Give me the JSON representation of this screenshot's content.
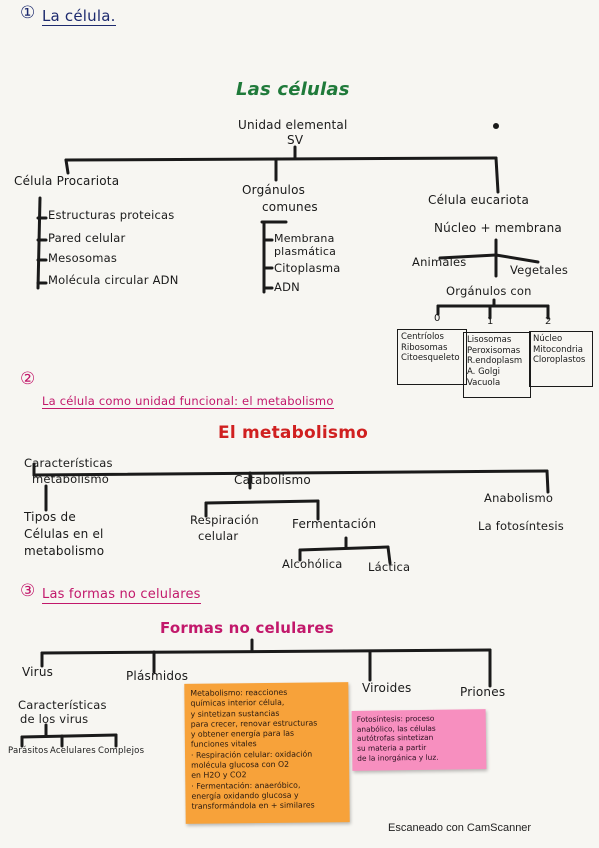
{
  "section1": {
    "number": "①",
    "title": "La célula.",
    "heading": "Las células",
    "root_line1": "Unidad elemental",
    "root_line2": "SV",
    "procariota": {
      "label": "Célula Procariota",
      "items": [
        "Estructuras proteicas",
        "Pared celular",
        "Mesosomas",
        "Molécula circular ADN"
      ]
    },
    "comunes": {
      "label_line1": "Orgánulos",
      "label_line2": "comunes",
      "items": [
        "Membrana plasmática",
        "Citoplasma",
        "ADN"
      ]
    },
    "eucariota": {
      "label": "Célula eucariota",
      "sub": "Núcleo + membrana",
      "animales": "Animales",
      "vegetales": "Vegetales",
      "organulos": "Orgánulos con",
      "marks": [
        "0",
        "1",
        "2"
      ],
      "box0": [
        "Centríolos",
        "Ribosomas",
        "Citoesqueleto"
      ],
      "box1": [
        "Lisosomas",
        "Peroxisomas",
        "R.endoplasm",
        "A. Golgi",
        "Vacuola"
      ],
      "box2": [
        "Núcleo",
        "Mitocondria",
        "Cloroplastos"
      ]
    }
  },
  "section2": {
    "number": "②",
    "title": "La célula como unidad funcional: el metabolismo",
    "heading": "El metabolismo",
    "car_line1": "Características",
    "car_line2": "metabolismo",
    "tipos": [
      "Tipos de",
      "Células en el",
      "metabolismo"
    ],
    "catabolismo": "Catabolismo",
    "resp_line1": "Respiración",
    "resp_line2": "celular",
    "fermentacion": "Fermentación",
    "alcoholica": "Alcohólica",
    "lactica": "Láctica",
    "anab_line1": "Anabolismo",
    "anab_line2": "La fotosíntesis"
  },
  "section3": {
    "number": "③",
    "title": "Las formas no celulares",
    "heading": "Formas no celulares",
    "virus": "Virus",
    "plasmidos": "Plásmidos",
    "viroides": "Viroides",
    "priones": "Priones",
    "car_line1": "Características",
    "car_line2": "de los virus",
    "leaves": [
      "Parásitos",
      "Acelulares",
      "Complejos"
    ]
  },
  "note_orange": {
    "lines": [
      "Metabolismo: reacciones",
      "químicas interior célula,",
      "y sintetizan sustancias",
      "para crecer, renovar estructuras",
      "y obtener energía para las",
      "funciones vitales",
      "· Respiración celular: oxidación",
      "molécula glucosa con O2",
      "en H2O y CO2",
      "· Fermentación: anaeróbico,",
      "energía oxidando glucosa y",
      "transformándola en + similares"
    ]
  },
  "note_pink": {
    "lines": [
      "Fotosíntesis: proceso",
      "anabólico, las células",
      "autótrofas sintetizan",
      "su materia a partir",
      "de la inorgánica y luz."
    ]
  },
  "footer": "Escaneado con CamScanner",
  "colors": {
    "ink_blue": "#1d2a6e",
    "green": "#1f7a3a",
    "magenta": "#c2186b",
    "red": "#d02020",
    "orange_note": "#f7a23a",
    "pink_note": "#f78fbf"
  }
}
